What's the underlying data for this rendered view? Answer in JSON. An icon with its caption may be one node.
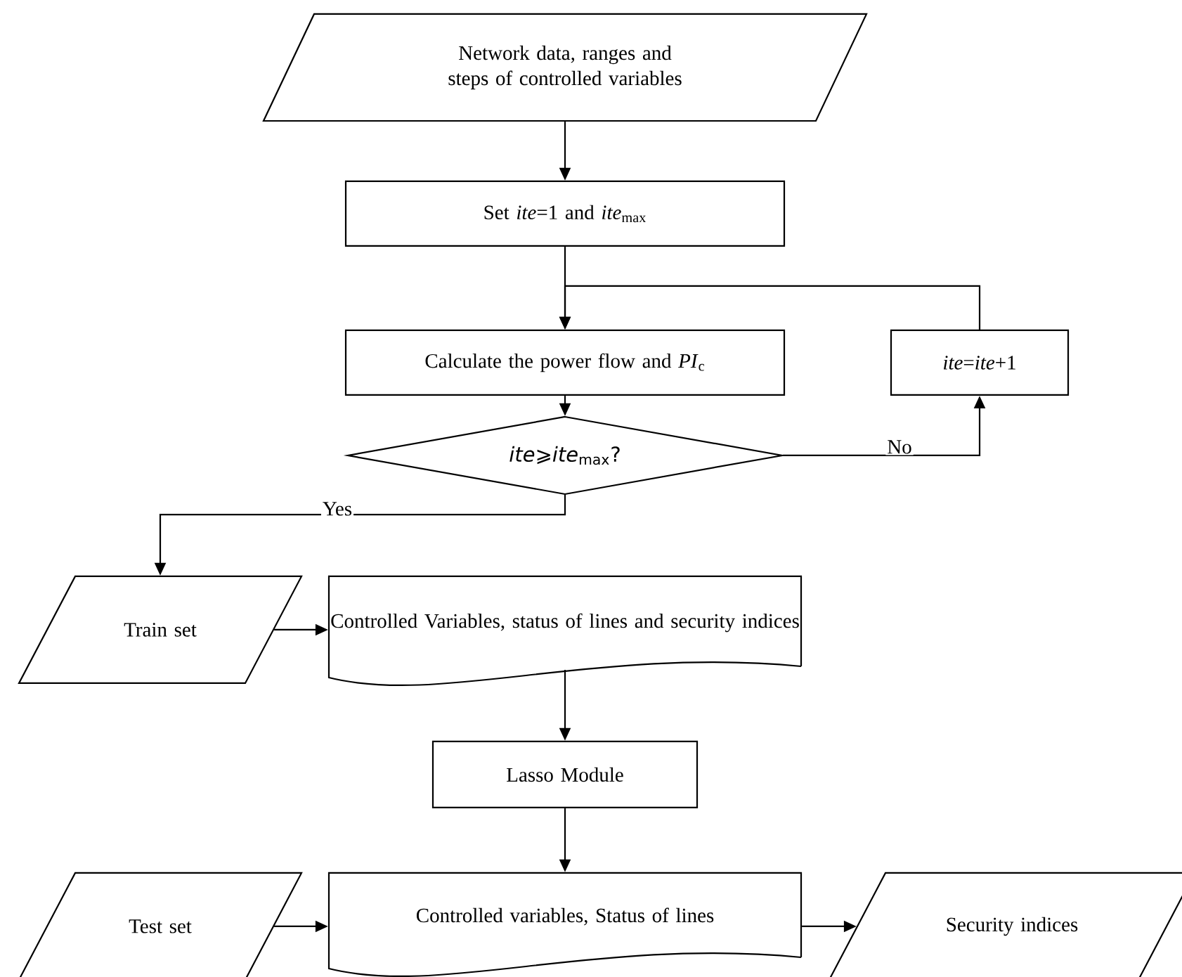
{
  "diagram": {
    "nodes": [
      {
        "text": [
          "Network data, ranges and steps of controlled variables"
        ]
      },
      {
        "text": [
          "Set *ite*=1 and *ite*$_{max}$"
        ]
      },
      {
        "text": [
          "Calculate the power flow and *PI*$_{c}$"
        ]
      },
      {
        "text": [
          "*ite*⩾*ite*$_{max}$?"
        ]
      },
      {
        "text": [
          "*ite*=*ite*+1"
        ]
      },
      {
        "text": [
          "Train set"
        ]
      },
      {
        "text": [
          "Controlled Variables, status of lines and security indices"
        ]
      },
      {
        "text": [
          "Lasso Module"
        ]
      },
      {
        "text": [
          "Test set"
        ]
      },
      {
        "text": [
          "Controlled variables,  Status of lines"
        ]
      },
      {
        "text": [
          "Security indices"
        ]
      }
    ],
    "edges": [
      {
        "from": 0,
        "to": 1,
        "arrow": "to"
      },
      {
        "from": 1,
        "to": 2,
        "arrow": "to"
      },
      {
        "from": 2,
        "to": 3,
        "arrow": "to"
      },
      {
        "from": 3,
        "to": 4,
        "arrow": "to",
        "label": "No"
      },
      {
        "from": 4,
        "to": 2,
        "arrow": "to"
      },
      {
        "from": 3,
        "to": 5,
        "arrow": "to",
        "label": "Yes"
      },
      {
        "from": 5,
        "to": 6,
        "arrow": "to"
      },
      {
        "from": 6,
        "to": 7,
        "arrow": "to"
      },
      {
        "from": 7,
        "to": 9,
        "arrow": "to"
      },
      {
        "from": 8,
        "to": 9,
        "arrow": "to"
      },
      {
        "from": 9,
        "to": 10,
        "arrow": "to"
      }
    ]
  }
}
